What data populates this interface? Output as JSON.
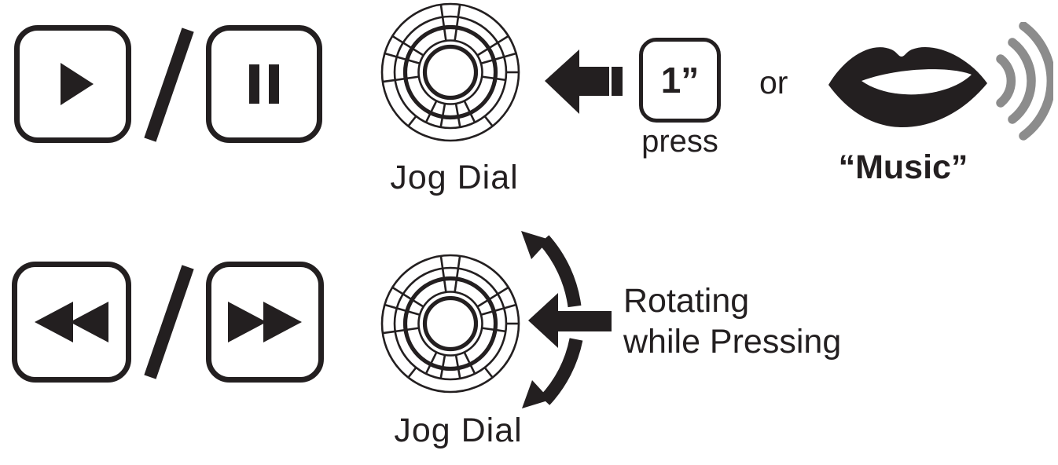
{
  "colors": {
    "ink": "#231f20",
    "wave_gray": "#8c8c8c",
    "background": "#ffffff"
  },
  "top_row": {
    "alt_separator": "/",
    "jog_dial_label": "Jog Dial",
    "press_button_label": "1”",
    "press_caption": "press",
    "conjunction": "or",
    "voice_command": "“Music”"
  },
  "bottom_row": {
    "alt_separator": "/",
    "jog_dial_label": "Jog Dial",
    "action_line1": "Rotating",
    "action_line2": "while Pressing"
  },
  "icons": {
    "play": "play-icon",
    "pause": "pause-icon",
    "rewind": "rewind-icon",
    "fast_forward": "fast-forward-icon",
    "jog_dial": "jog-dial-icon",
    "press_arrow": "press-arrow-icon",
    "lips": "lips-icon",
    "sound_waves": "sound-waves-icon",
    "rotate_arrows": "rotate-arrows-icon",
    "slash_separator": "slash-separator-icon"
  }
}
